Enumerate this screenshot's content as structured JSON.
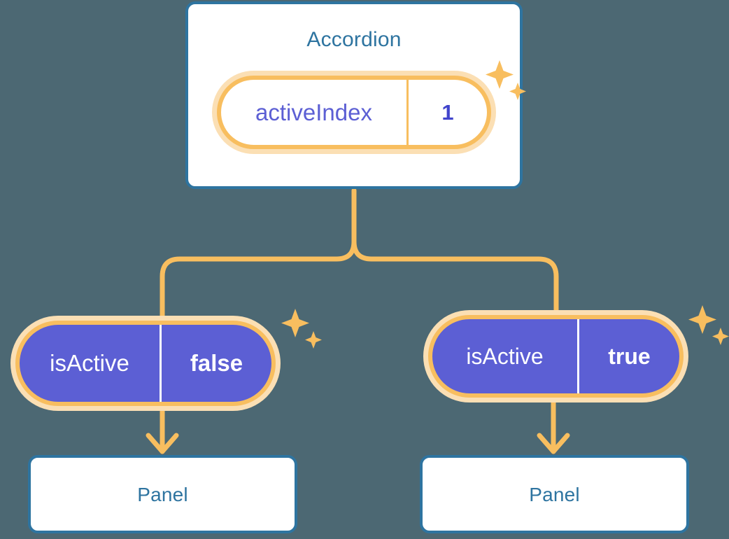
{
  "theme": {
    "background": "#4C6873",
    "card_border": "#2E74A0",
    "title_text": "#2E74A0",
    "accent_orange": "#F8BE5F",
    "accent_orange_glow": "#FBDFB4",
    "purple_fill": "#5C5FD4",
    "purple_text": "#5C5FD4",
    "value_text": "#4144CC",
    "white": "#FFFFFF"
  },
  "diagram": {
    "type": "component-state-tree",
    "root": {
      "title": "Accordion",
      "state": {
        "key": "activeIndex",
        "value": "1"
      }
    },
    "children": [
      {
        "prop": {
          "key": "isActive",
          "value": "false"
        },
        "child_title": "Panel"
      },
      {
        "prop": {
          "key": "isActive",
          "value": "true"
        },
        "child_title": "Panel"
      }
    ]
  },
  "icons": {
    "sparkle_large": "sparkle-icon",
    "sparkle_small": "sparkle-small-icon",
    "arrow_down": "arrow-down-icon",
    "branch_connector": "branch-connector-icon"
  }
}
